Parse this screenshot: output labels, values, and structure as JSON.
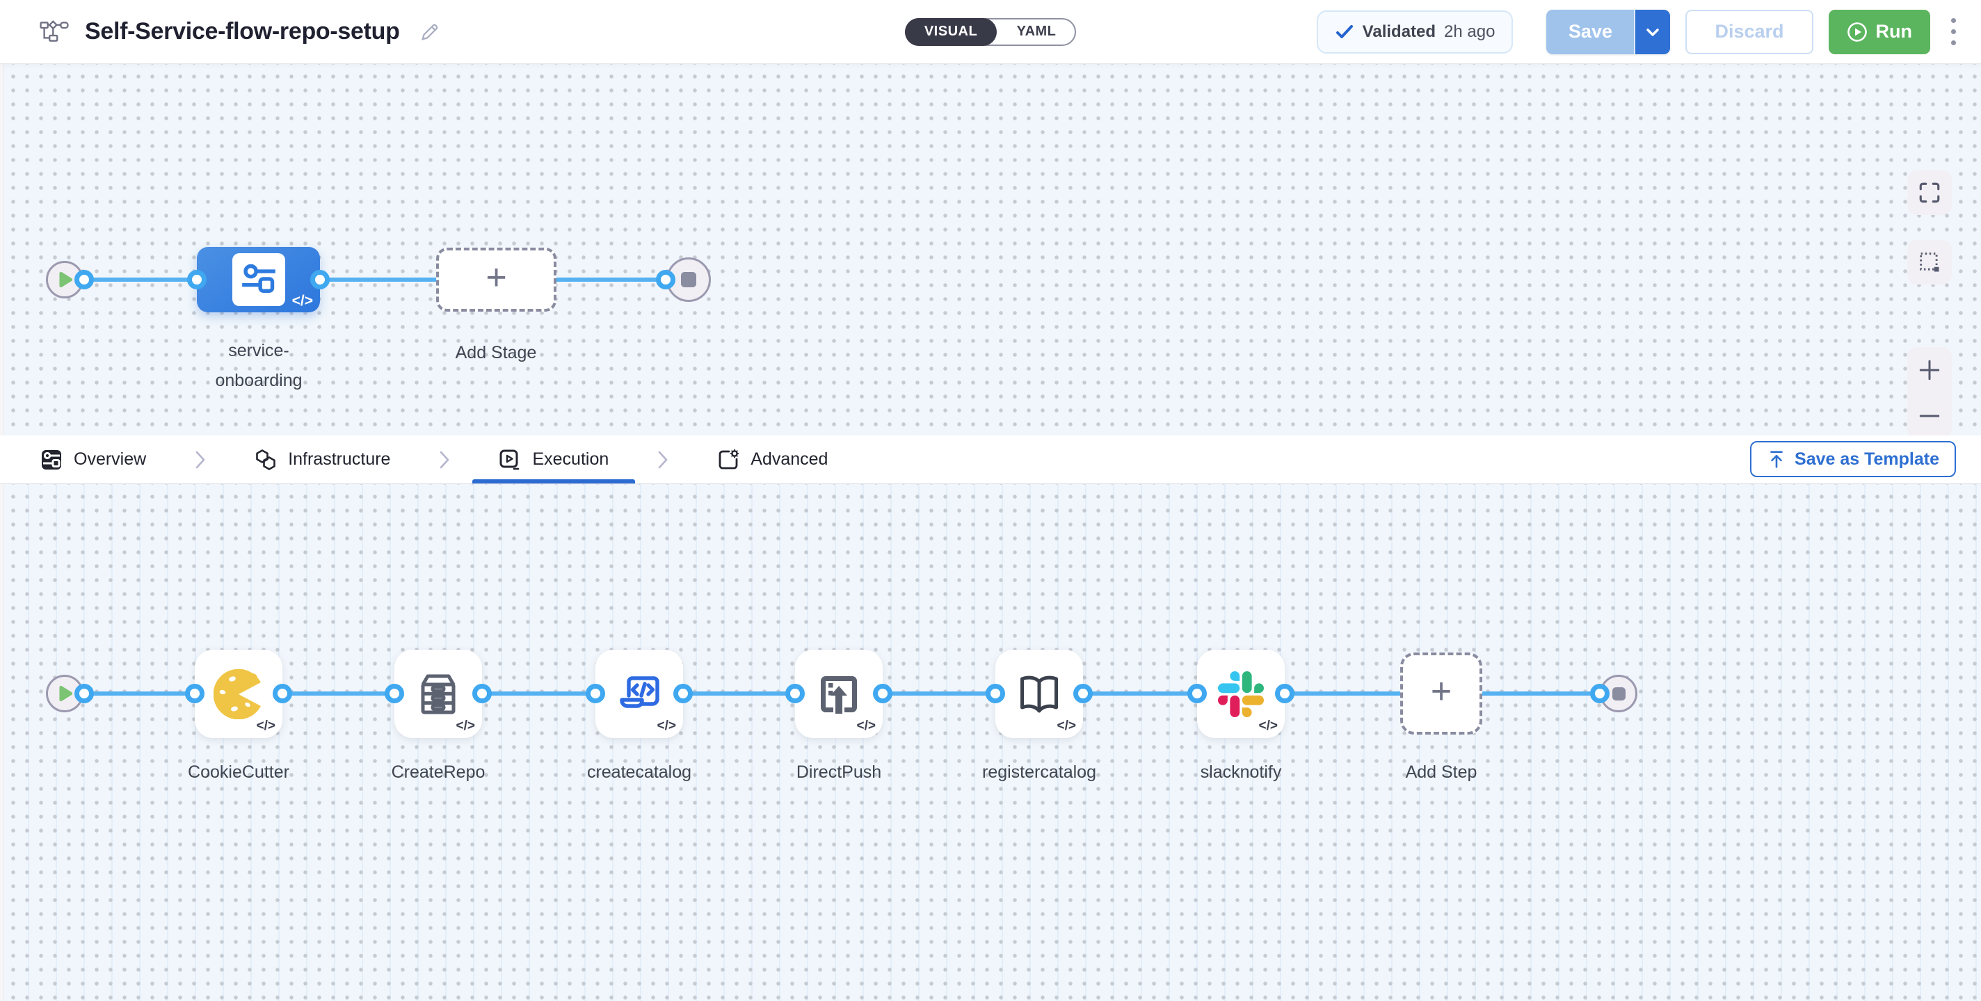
{
  "header": {
    "title": "Self-Service-flow-repo-setup",
    "mode_toggle": {
      "visual": "VISUAL",
      "yaml": "YAML"
    },
    "validated": {
      "label": "Validated",
      "time": "2h ago"
    },
    "save_label": "Save",
    "discard_label": "Discard",
    "run_label": "Run"
  },
  "stage_canvas": {
    "stage_label": "service-onboarding",
    "add_stage_label": "Add Stage"
  },
  "tabs": {
    "items": [
      {
        "label": "Overview",
        "icon": "overview-icon",
        "active": false
      },
      {
        "label": "Infrastructure",
        "icon": "infrastructure-icon",
        "active": false
      },
      {
        "label": "Execution",
        "icon": "execution-icon",
        "active": true
      },
      {
        "label": "Advanced",
        "icon": "advanced-icon",
        "active": false
      }
    ],
    "save_as_template_label": "Save as Template"
  },
  "step_canvas": {
    "steps": [
      {
        "label": "CookieCutter",
        "icon": "cookiecutter-icon"
      },
      {
        "label": "CreateRepo",
        "icon": "drawer-cabinet-icon"
      },
      {
        "label": "createcatalog",
        "icon": "laptop-code-icon"
      },
      {
        "label": "DirectPush",
        "icon": "push-upload-icon"
      },
      {
        "label": "registercatalog",
        "icon": "open-book-icon"
      },
      {
        "label": "slacknotify",
        "icon": "slack-icon"
      }
    ],
    "add_step_label": "Add Step"
  },
  "code_badge": "</>",
  "colors": {
    "accent_blue": "#2f70d4",
    "connector_blue": "#55b1f1",
    "stage_node_blue": "#3b82e0",
    "run_green": "#5bb55e",
    "canvas_bg": "#f0f6fb",
    "toggle_dark": "#393a48",
    "slack_blue": "#36C5F0",
    "slack_green": "#2EB67D",
    "slack_red": "#E01E5A",
    "slack_yellow": "#ECB22E"
  }
}
